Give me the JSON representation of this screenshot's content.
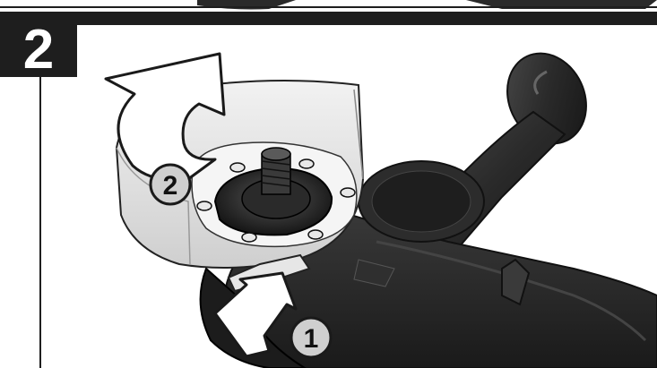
{
  "step": {
    "number": "2"
  },
  "callouts": [
    {
      "label": "1",
      "target": "release-lever"
    },
    {
      "label": "2",
      "target": "guard-rotation"
    }
  ],
  "colors": {
    "frame": "#1e1e1e",
    "tool_body": "#262626",
    "guard": "#e4e4e4",
    "arrow_fill": "#ffffff",
    "arrow_stroke": "#1a1a1a"
  },
  "icons": {
    "rotate": "curved-rotate-arrow-icon",
    "push": "push-up-arrow-icon"
  }
}
